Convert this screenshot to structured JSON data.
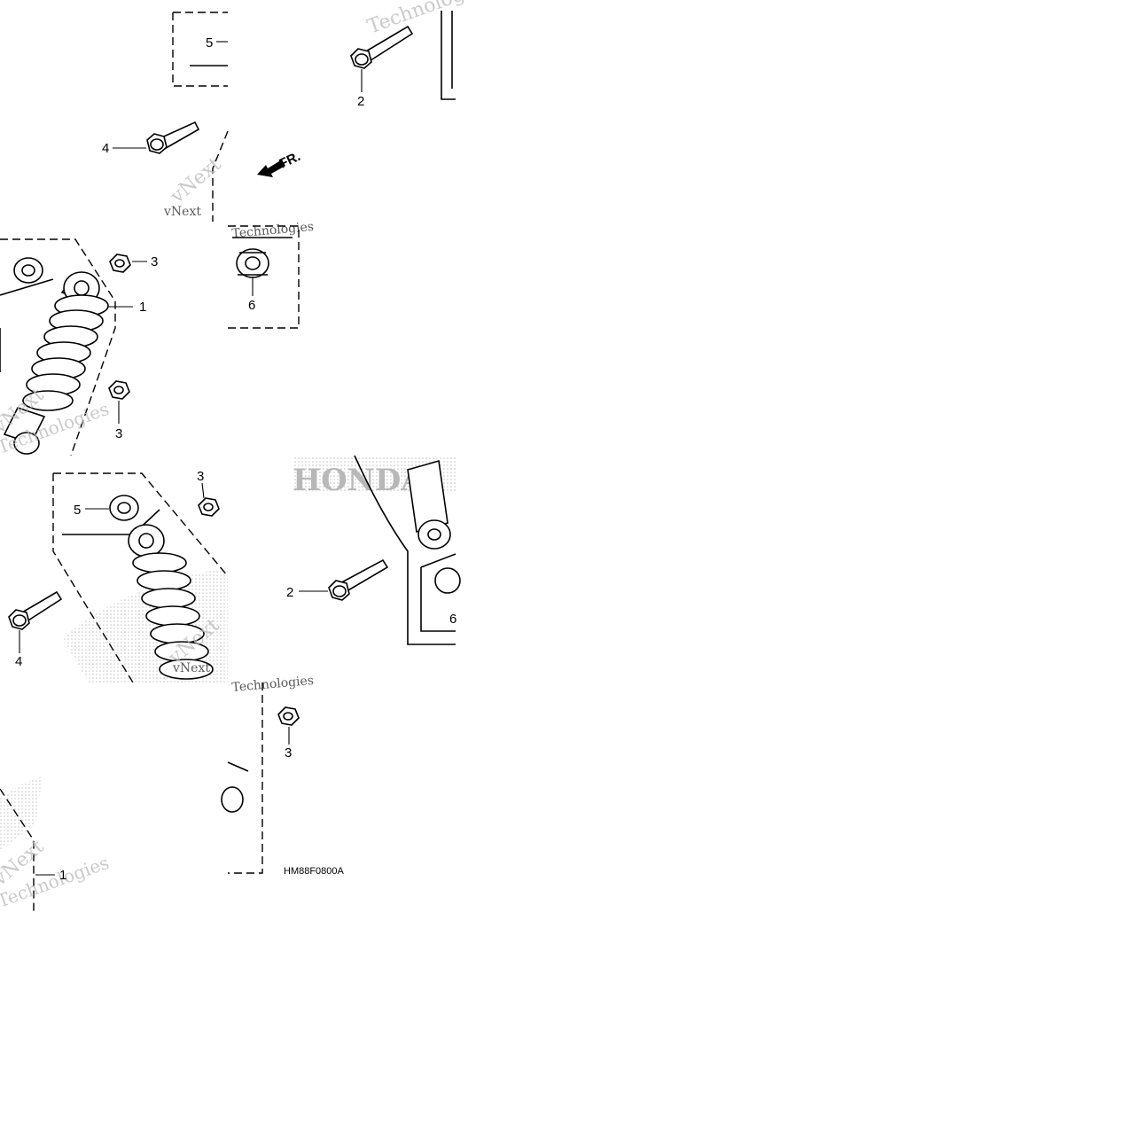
{
  "diagram": {
    "code": "HM88F0800A",
    "direction_mark": "FR.",
    "watermark_lines": [
      "vNext",
      "Technologies"
    ],
    "brand_watermark": "HONDA",
    "callouts": [
      {
        "id": "t1-c5",
        "text": "5"
      },
      {
        "id": "t1-c2",
        "text": "2"
      },
      {
        "id": "t1-c4",
        "text": "4"
      },
      {
        "id": "t1-c3a",
        "text": "3"
      },
      {
        "id": "t1-c1",
        "text": "1"
      },
      {
        "id": "t1-c6",
        "text": "6"
      },
      {
        "id": "t1-c3b",
        "text": "3"
      },
      {
        "id": "t2-c3a",
        "text": "3"
      },
      {
        "id": "t2-c5",
        "text": "5"
      },
      {
        "id": "t2-c2",
        "text": "2"
      },
      {
        "id": "t2-c4",
        "text": "4"
      },
      {
        "id": "t2-c6",
        "text": "6"
      },
      {
        "id": "t2-c3b",
        "text": "3"
      },
      {
        "id": "t2-c1",
        "text": "1"
      }
    ]
  }
}
